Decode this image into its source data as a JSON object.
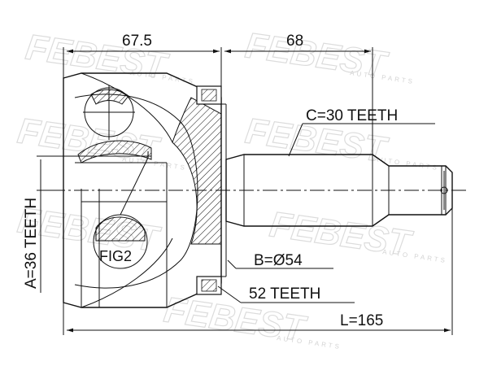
{
  "watermark": {
    "brand": "FEBEST",
    "tagline": "AUTO PARTS"
  },
  "dimensions": {
    "length_left": "67.5",
    "length_right": "68",
    "total_length": "L=165"
  },
  "labels": {
    "outer_spline": "C=30 TEETH",
    "inner_spline": "A=36 TEETH",
    "seat_diameter": "B=Ø54",
    "abs_ring": "52 TEETH",
    "figure_ref": "FIG2"
  }
}
